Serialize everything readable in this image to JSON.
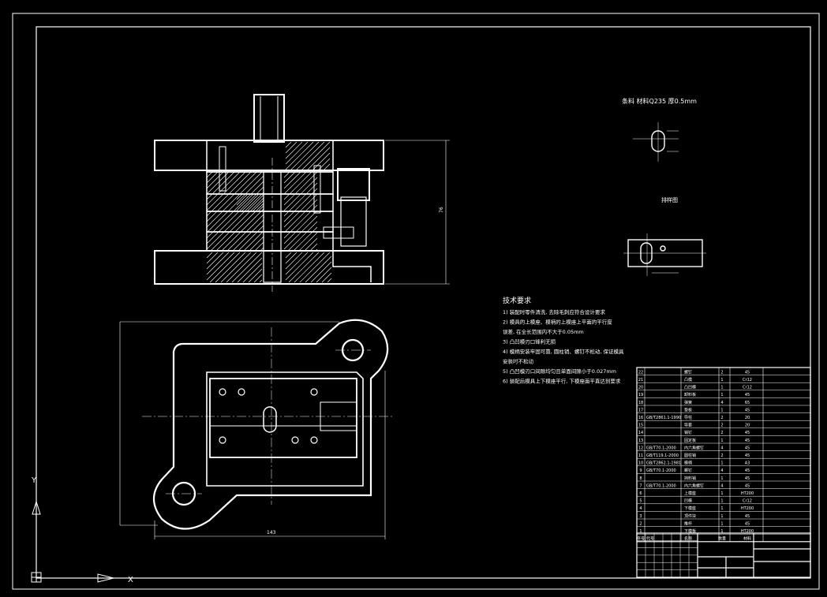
{
  "drawing": {
    "strip_note": "条料  材料Q235  厚0.5mm",
    "layout_label": "排样图",
    "tech_title": "技术要求",
    "tech_items": [
      "1) 装配时零件清洗, 去除毛刺应符合设计要求",
      "2) 模具的上模座、模柄的上模座上平面的平行度",
      "   误差, 在全长范围内不大于0.05mm",
      "3) 凸凹模刃口锋利无损",
      "4) 模柄安装牢固可靠, 圆柱销、螺钉不松动, 保证模具",
      "   安装时不松动",
      "5) 凸凹模刃口间隙均匀且单面间隙小于0.027mm",
      "6) 装配后模具上下模座平行, 下模座面平直达到要求"
    ],
    "dims": {
      "height": "76",
      "width": "143"
    }
  },
  "bom": {
    "rows": [
      {
        "no": "22",
        "std": "",
        "name": "螺钉",
        "qty": "2",
        "mat": "45"
      },
      {
        "no": "21",
        "std": "",
        "name": "凸模",
        "qty": "1",
        "mat": "Cr12"
      },
      {
        "no": "20",
        "std": "",
        "name": "凸凹模",
        "qty": "1",
        "mat": "Cr12"
      },
      {
        "no": "19",
        "std": "",
        "name": "卸料板",
        "qty": "1",
        "mat": "45"
      },
      {
        "no": "18",
        "std": "",
        "name": "弹簧",
        "qty": "4",
        "mat": "65"
      },
      {
        "no": "17",
        "std": "",
        "name": "垫板",
        "qty": "1",
        "mat": "45"
      },
      {
        "no": "16",
        "std": "GB/T2861.1-1990",
        "name": "导柱",
        "qty": "2",
        "mat": "20"
      },
      {
        "no": "15",
        "std": "",
        "name": "导套",
        "qty": "2",
        "mat": "20"
      },
      {
        "no": "14",
        "std": "",
        "name": "销钉",
        "qty": "2",
        "mat": "45"
      },
      {
        "no": "13",
        "std": "",
        "name": "固定板",
        "qty": "1",
        "mat": "45"
      },
      {
        "no": "12",
        "std": "GB/T70.1-2000",
        "name": "内六角螺钉",
        "qty": "4",
        "mat": "45"
      },
      {
        "no": "11",
        "std": "GB/T119.1-2000",
        "name": "圆柱销",
        "qty": "2",
        "mat": "45"
      },
      {
        "no": "10",
        "std": "GB/T2862.1-1981",
        "name": "模柄",
        "qty": "1",
        "mat": "A3"
      },
      {
        "no": "9",
        "std": "GB/T70.1-2000",
        "name": "螺钉",
        "qty": "4",
        "mat": "45"
      },
      {
        "no": "8",
        "std": "",
        "name": "挡料销",
        "qty": "1",
        "mat": "45"
      },
      {
        "no": "7",
        "std": "GB/T70.1-2000",
        "name": "内六角螺钉",
        "qty": "4",
        "mat": "45"
      },
      {
        "no": "6",
        "std": "",
        "name": "上模座",
        "qty": "1",
        "mat": "HT200"
      },
      {
        "no": "5",
        "std": "",
        "name": "凹模",
        "qty": "1",
        "mat": "Cr12"
      },
      {
        "no": "4",
        "std": "",
        "name": "下模座",
        "qty": "1",
        "mat": "HT200"
      },
      {
        "no": "3",
        "std": "",
        "name": "顶件块",
        "qty": "1",
        "mat": "45"
      },
      {
        "no": "2",
        "std": "",
        "name": "推杆",
        "qty": "1",
        "mat": "45"
      },
      {
        "no": "1",
        "std": "",
        "name": "下模板",
        "qty": "1",
        "mat": "HT200"
      }
    ],
    "header": {
      "no": "序号",
      "std": "代号",
      "name": "名称",
      "qty": "数量",
      "mat": "材料"
    }
  },
  "ucs": {
    "x": "X",
    "y": "Y"
  }
}
